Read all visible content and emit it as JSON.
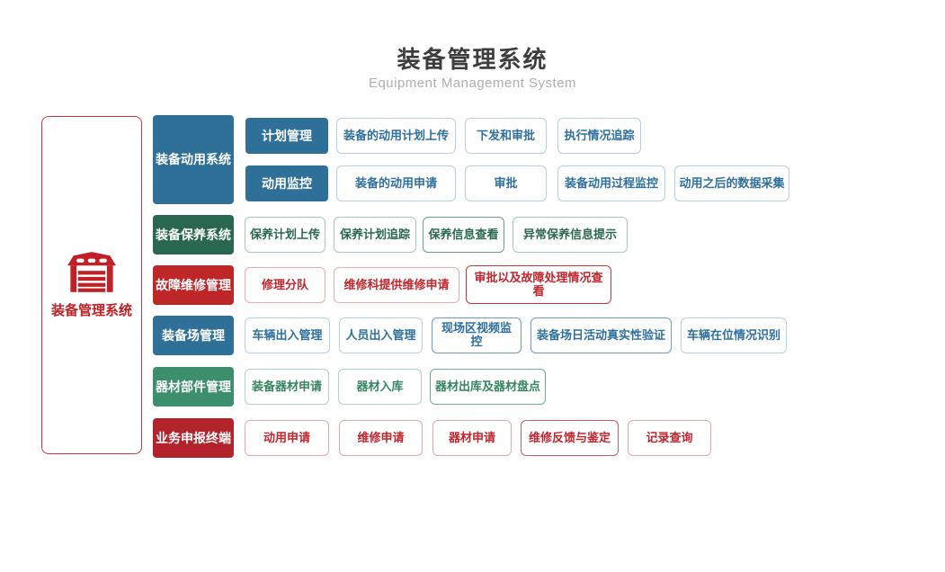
{
  "page": {
    "title": "装备管理系统",
    "subtitle": "Equipment Management System"
  },
  "root_node": {
    "label": "装备管理系统",
    "icon": "garage-icon",
    "color": "#c02026"
  },
  "colors": {
    "blue": "#2f7099",
    "dark_green": "#29684f",
    "red": "#bf2628",
    "jade_green": "#3d8e6c",
    "dark_red": "#b2232c"
  },
  "groups": [
    {
      "label": "装备动用系统",
      "color": "#2f7099",
      "subs": [
        {
          "label": "计划管理",
          "items": [
            "装备的动用计划上传",
            "下发和审批",
            "执行情况追踪"
          ]
        },
        {
          "label": "动用监控",
          "items": [
            "装备的动用申请",
            "审批",
            "装备动用过程监控",
            "动用之后的数据采集"
          ]
        }
      ]
    },
    {
      "label": "装备保养系统",
      "color": "#29684f",
      "items": [
        "保养计划上传",
        "保养计划追踪",
        "保养信息查看",
        "异常保养信息提示"
      ]
    },
    {
      "label": "故障维修管理",
      "color": "#bf2628",
      "items": [
        "修理分队",
        "维修科提供维修申请",
        "审批以及故障处理情况查看"
      ]
    },
    {
      "label": "装备场管理",
      "color": "#2f7099",
      "items": [
        "车辆出入管理",
        "人员出入管理",
        "现场区视频监控",
        "装备场日活动真实性验证",
        "车辆在位情况识别"
      ]
    },
    {
      "label": "器材部件管理",
      "color": "#3d8e6c",
      "items": [
        "装备器材申请",
        "器材入库",
        "器材出库及器材盘点"
      ]
    },
    {
      "label": "业务申报终端",
      "color": "#b2232c",
      "items": [
        "动用申请",
        "维修申请",
        "器材申请",
        "维修反馈与鉴定",
        "记录查询"
      ]
    }
  ]
}
